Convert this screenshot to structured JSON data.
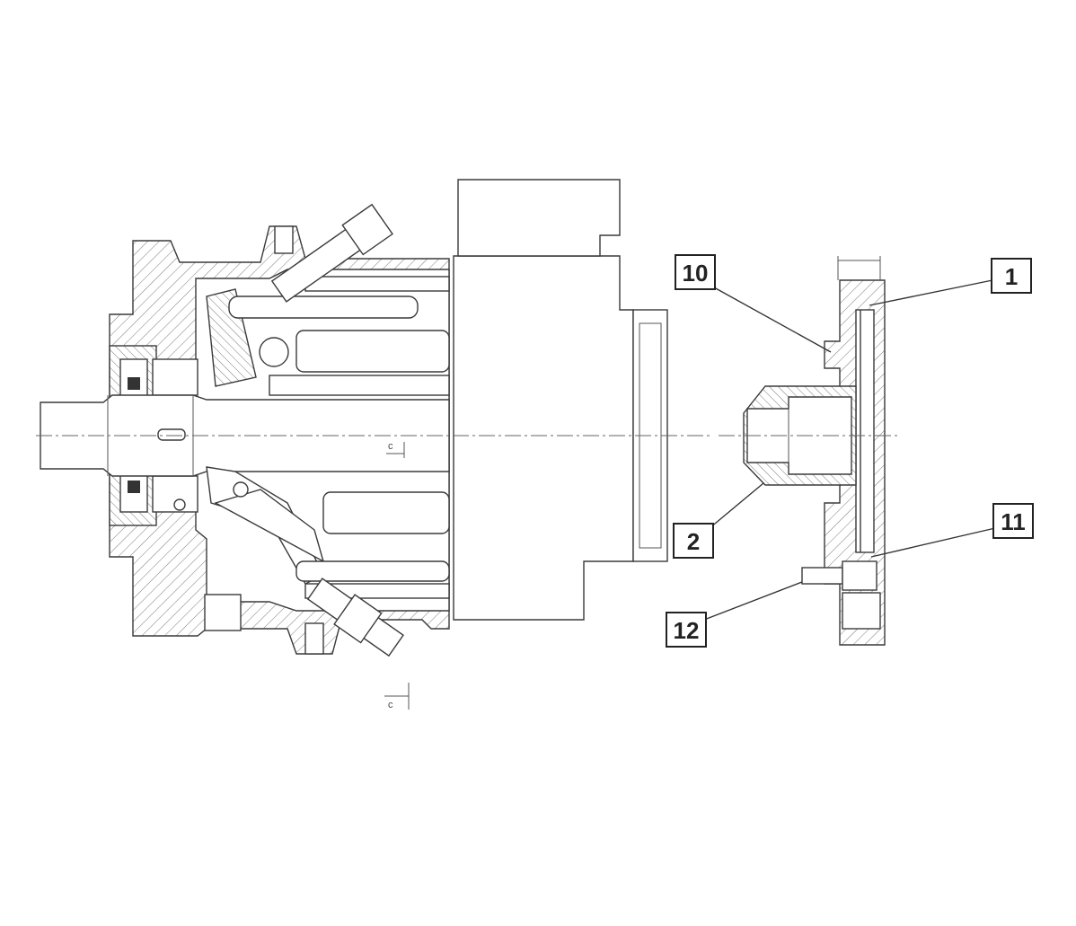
{
  "callouts": [
    {
      "id": "10",
      "label": "10"
    },
    {
      "id": "1",
      "label": "1"
    },
    {
      "id": "2",
      "label": "2"
    },
    {
      "id": "11",
      "label": "11"
    },
    {
      "id": "12",
      "label": "12"
    }
  ],
  "marks": {
    "c1": "c",
    "c2": "c"
  }
}
